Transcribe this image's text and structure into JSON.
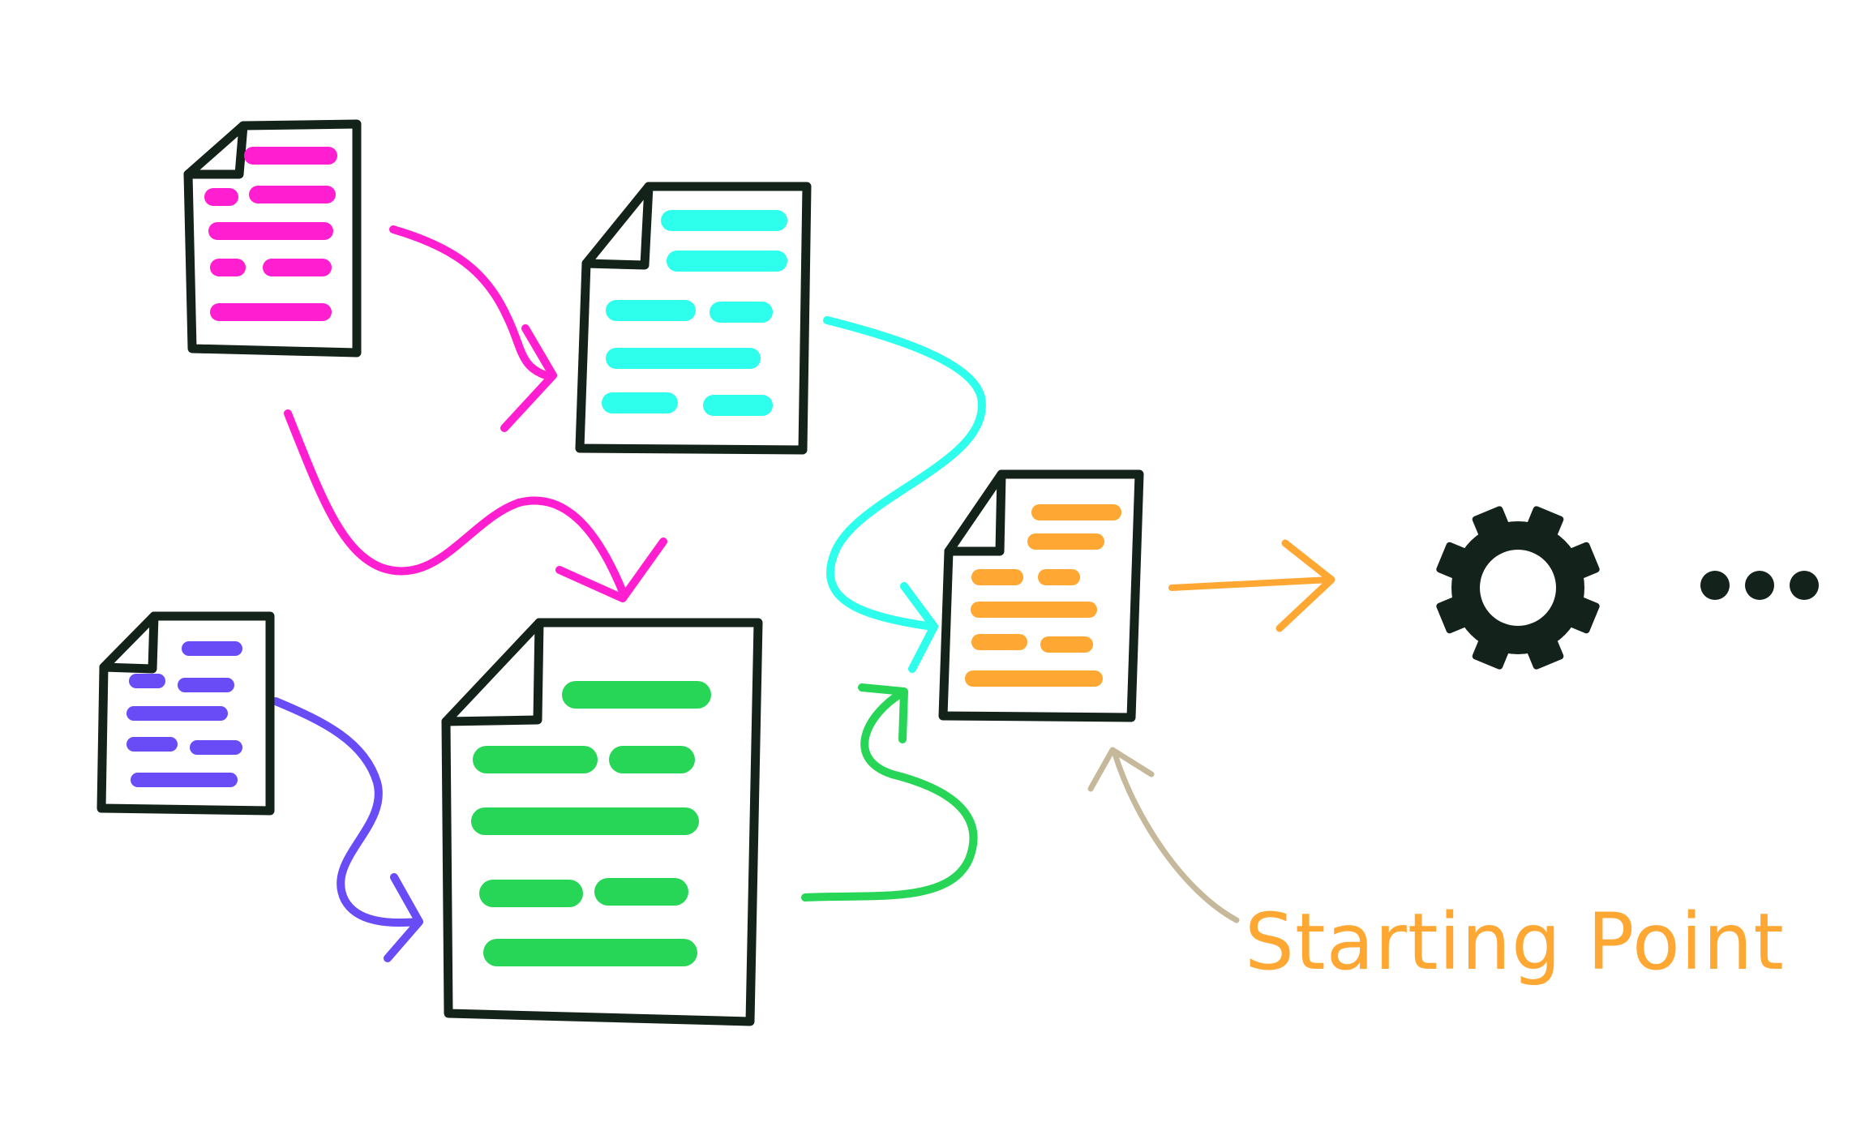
{
  "annotation": {
    "label": "Starting Point"
  },
  "ellipsis": "...",
  "colors": {
    "doc1": "#ff1fd0",
    "doc2": "#2effec",
    "doc3": "#6a4cf7",
    "doc4": "#27d557",
    "doc5": "#ffa733",
    "start_arrow": "#c6b89a",
    "outline": "#14231a",
    "gear": "#13221a"
  },
  "nodes": [
    {
      "id": "doc1",
      "kind": "document",
      "color": "doc1"
    },
    {
      "id": "doc2",
      "kind": "document",
      "color": "doc2"
    },
    {
      "id": "doc3",
      "kind": "document",
      "color": "doc3"
    },
    {
      "id": "doc4",
      "kind": "document",
      "color": "doc4"
    },
    {
      "id": "doc5",
      "kind": "document",
      "color": "doc5"
    },
    {
      "id": "process",
      "kind": "gear-icon",
      "color": "gear"
    }
  ],
  "edges": [
    {
      "from": "doc1",
      "to": "doc2",
      "color": "doc1"
    },
    {
      "from": "doc1",
      "to": "doc4",
      "color": "doc1"
    },
    {
      "from": "doc3",
      "to": "doc4",
      "color": "doc3"
    },
    {
      "from": "doc2",
      "to": "doc5",
      "color": "doc2"
    },
    {
      "from": "doc4",
      "to": "doc5",
      "color": "doc4"
    },
    {
      "from": "doc5",
      "to": "process",
      "color": "doc5"
    }
  ]
}
